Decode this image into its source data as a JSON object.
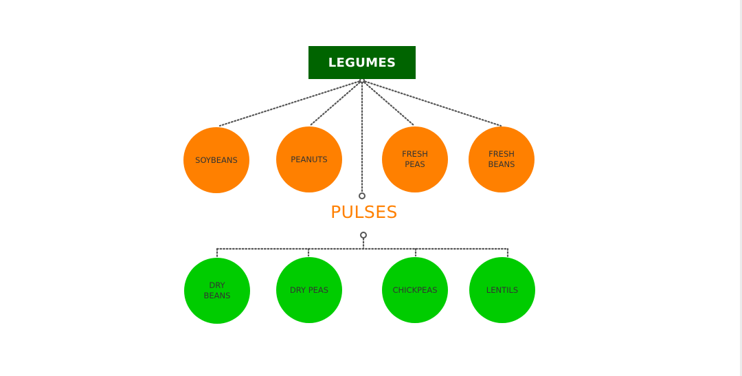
{
  "diagram": {
    "root": {
      "label": "LEGUMES",
      "color": "#006400",
      "text_color": "#ffffff"
    },
    "legume_children": [
      {
        "label": "SOYBEANS",
        "color": "#ff8000"
      },
      {
        "label": "PEANUTS",
        "color": "#ff8000"
      },
      {
        "label": "FRESH\nPEAS",
        "color": "#ff8000"
      },
      {
        "label": "FRESH\nBEANS",
        "color": "#ff8000"
      }
    ],
    "subcategory": {
      "label": "PULSES",
      "color": "#ff8000"
    },
    "pulse_children": [
      {
        "label": "DRY\nBEANS",
        "color": "#00cc00"
      },
      {
        "label": "DRY PEAS",
        "color": "#00cc00"
      },
      {
        "label": "CHICKPEAS",
        "color": "#00cc00"
      },
      {
        "label": "LENTILS",
        "color": "#00cc00"
      }
    ],
    "connector_color": "#555555",
    "edges": [
      {
        "from": "LEGUMES",
        "to": "SOYBEANS"
      },
      {
        "from": "LEGUMES",
        "to": "PEANUTS"
      },
      {
        "from": "LEGUMES",
        "to": "PULSES"
      },
      {
        "from": "LEGUMES",
        "to": "FRESH PEAS"
      },
      {
        "from": "LEGUMES",
        "to": "FRESH BEANS"
      },
      {
        "from": "PULSES",
        "to": "DRY BEANS"
      },
      {
        "from": "PULSES",
        "to": "DRY PEAS"
      },
      {
        "from": "PULSES",
        "to": "CHICKPEAS"
      },
      {
        "from": "PULSES",
        "to": "LENTILS"
      }
    ]
  }
}
